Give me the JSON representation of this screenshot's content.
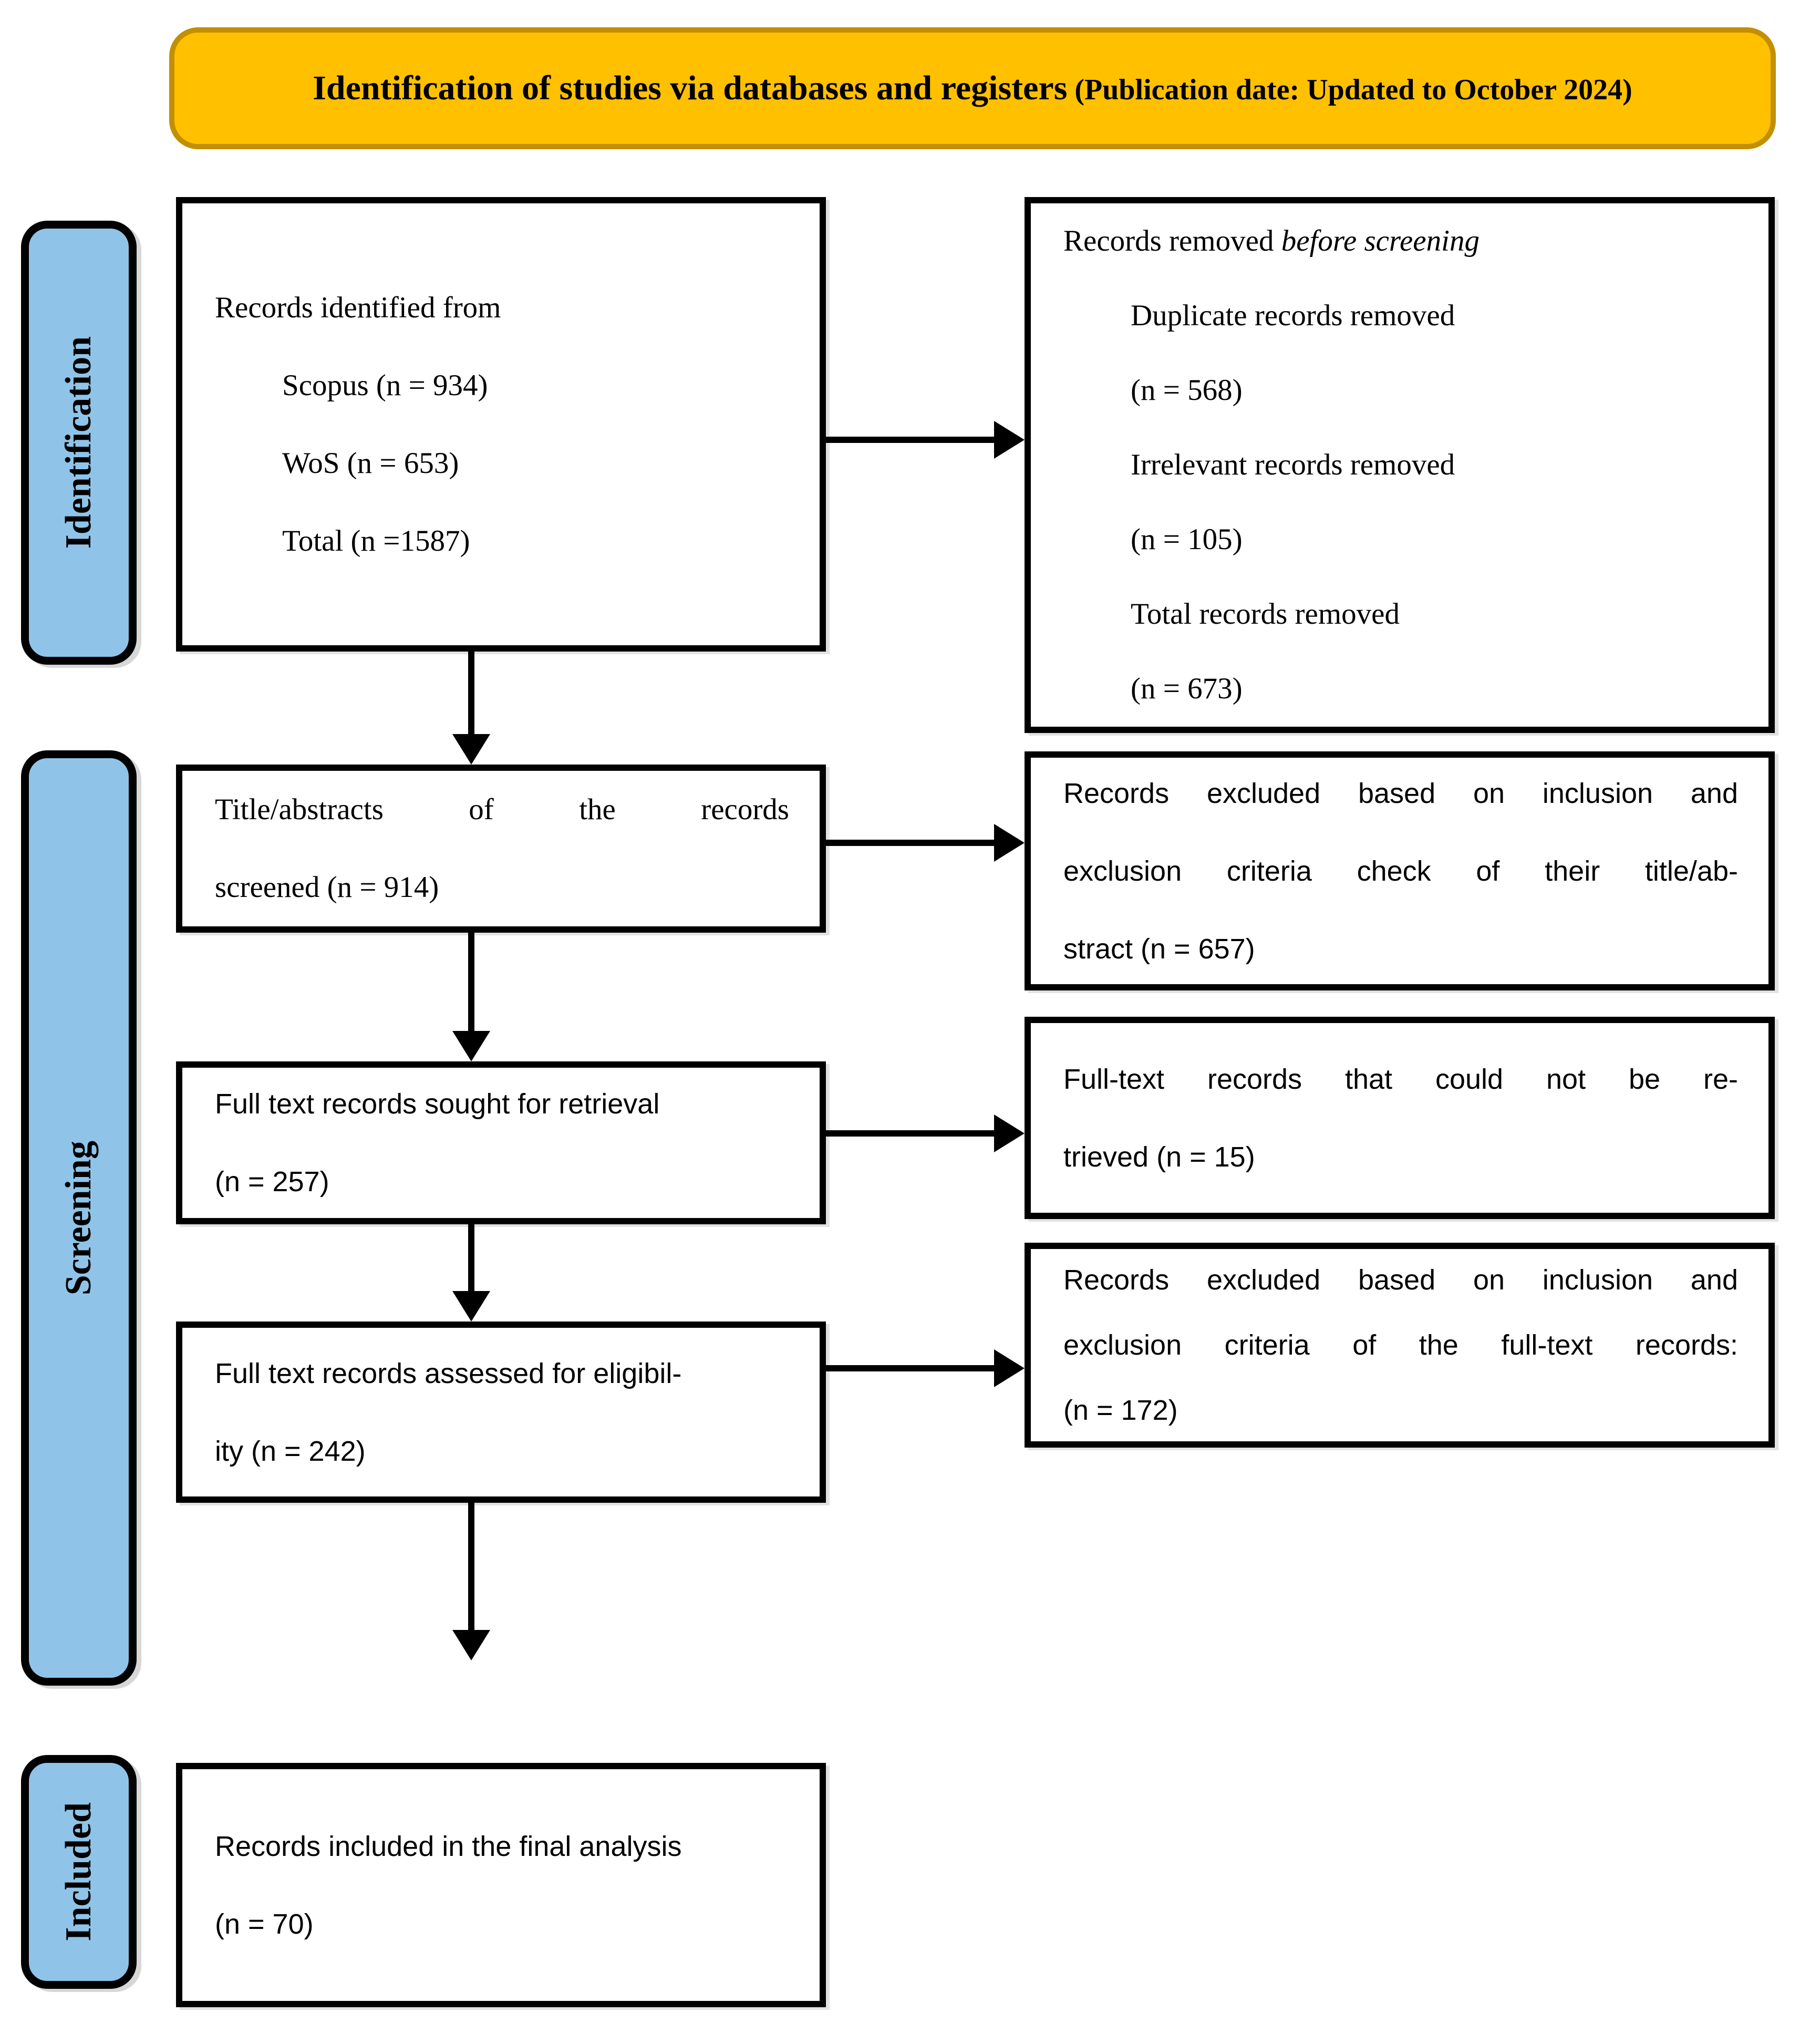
{
  "banner": {
    "title": "Identification of studies via databases and registers",
    "subtitle": " (Publication date: Updated to October 2024)"
  },
  "stages": {
    "identification": "Identification",
    "screening": "Screening",
    "included": "Included"
  },
  "boxes": {
    "identified": {
      "heading": "Records identified from",
      "items": [
        "Scopus (n = 934)",
        "WoS (n = 653)",
        "Total (n =1587)"
      ]
    },
    "removed_before_screening": {
      "heading_roman": "Records removed ",
      "heading_italic": "before screening",
      "items": [
        "Duplicate records removed",
        "(n = 568)",
        "Irrelevant records removed",
        "(n = 105)",
        "Total records removed",
        "(n = 673)"
      ]
    },
    "title_abstract_screened": {
      "lines": [
        "Title/abstracts of the records",
        "screened (n = 914)"
      ]
    },
    "excluded_title_abstract": {
      "lines": [
        "Records excluded based on inclusion and",
        "exclusion criteria check of their title/ab-",
        "stract (n = 657)"
      ]
    },
    "sought_for_retrieval": {
      "lines": [
        "Full text records sought for retrieval",
        "(n = 257)"
      ]
    },
    "not_retrieved": {
      "lines": [
        "Full-text records that could not be re-",
        "trieved (n = 15)"
      ]
    },
    "assessed_for_eligibility": {
      "lines": [
        "Full text records assessed for eligibil-",
        "ity (n = 242)"
      ]
    },
    "excluded_full_text": {
      "lines": [
        "Records excluded based on inclusion and",
        "exclusion criteria of the full-text records:",
        "(n = 172)"
      ]
    },
    "included_final": {
      "lines": [
        "Records included in the final analysis",
        "(n = 70)"
      ]
    }
  },
  "colors": {
    "banner_fill": "#FFC000",
    "banner_border": "#C28F00",
    "sidebar_fill": "#8FC4E8",
    "box_border": "#000000",
    "arrow": "#000000"
  }
}
